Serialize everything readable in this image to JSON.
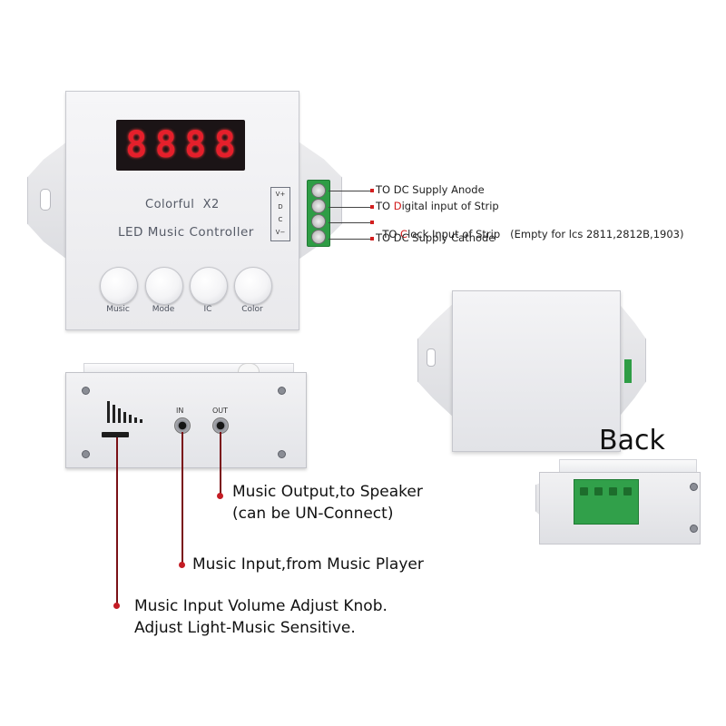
{
  "front": {
    "display_digits": [
      "8",
      "8",
      "8",
      "8"
    ],
    "model": "Colorful  X2",
    "product": "LED Music Controller",
    "buttons": [
      {
        "label": "Music"
      },
      {
        "label": "Mode"
      },
      {
        "label": "IC"
      },
      {
        "label": "Color"
      }
    ],
    "pins": [
      "V+",
      "D",
      "C",
      "V−"
    ]
  },
  "terminal_labels": [
    {
      "prefix": "TO DC Supply Anode",
      "highlight": "",
      "suffix": ""
    },
    {
      "prefix": "TO ",
      "highlight": "D",
      "suffix": "igital input of Strip"
    },
    {
      "prefix": "TO ",
      "highlight": "C",
      "suffix": "lock Input of Strip   (Empty for lcs 2811,2812B,1903)"
    },
    {
      "prefix": "TO DC Supply Cathode",
      "highlight": "",
      "suffix": ""
    }
  ],
  "side": {
    "jack_in_label": "IN",
    "jack_out_label": "OUT"
  },
  "notes": {
    "output_line1": "Music Output,to Speaker",
    "output_line2": "(can be UN-Connect)",
    "input": "Music Input,from Music Player",
    "knob_line1": "Music Input Volume Adjust Knob.",
    "knob_line2": "Adjust Light-Music Sensitive."
  },
  "back_label": "Back",
  "colors": {
    "display_digits": "#e51f2b",
    "terminal_green": "#2e9d45",
    "leader_red": "#c41c24"
  }
}
